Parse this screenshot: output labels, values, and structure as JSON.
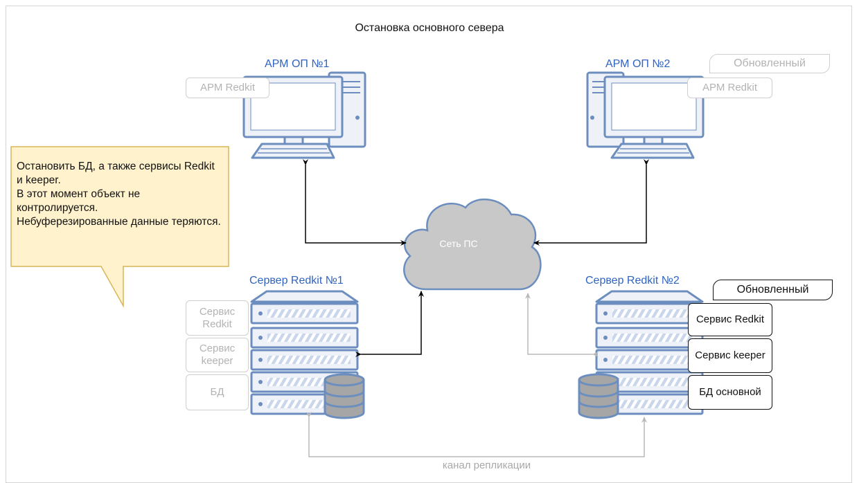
{
  "title": "Остановка основного севера",
  "workstation1": {
    "label": "АРМ ОП №1",
    "app": "АРМ Redkit"
  },
  "workstation2": {
    "label": "АРМ ОП №2",
    "app": "АРМ Redkit",
    "tag": "Обновленный"
  },
  "network": {
    "label": "Сеть ПС"
  },
  "server1": {
    "label": "Сервер Redkit №1",
    "services": [
      {
        "text": "Сервис Redkit"
      },
      {
        "text": "Сервис keeper"
      },
      {
        "text": "БД"
      }
    ]
  },
  "server2": {
    "label": "Сервер Redkit №2",
    "tag": "Обновленный",
    "services": [
      {
        "text": "Сервис Redkit"
      },
      {
        "text": "Сервис keeper"
      },
      {
        "text": "БД основной"
      }
    ]
  },
  "note": {
    "text": "Остановить БД, а также сервисы Redkit и keeper.\nВ этот момент объект не контролируется.\nНебуферезированные данные теряются."
  },
  "replication": {
    "label": "канал репликации"
  },
  "colors": {
    "accent_blue": "#2f63c1",
    "device_fill": "#eef1f7",
    "device_stroke": "#6c8ebf",
    "cloud_fill": "#c8c8c8",
    "note_fill": "#fff2cc",
    "note_stroke": "#d6b656",
    "inactive_gray": "#b3b3b3"
  }
}
